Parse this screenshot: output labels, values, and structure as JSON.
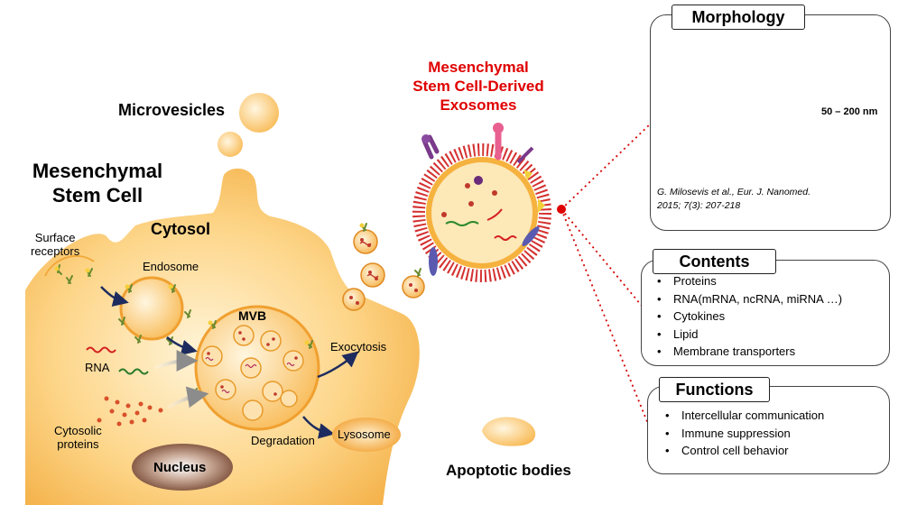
{
  "labels": {
    "microvesicles": "Microvesicles",
    "msc_line1": "Mesenchymal",
    "msc_line2": "Stem Cell",
    "cytosol": "Cytosol",
    "surface_line1": "Surface",
    "surface_line2": "receptors",
    "endosome": "Endosome",
    "mvb": "MVB",
    "rna": "RNA",
    "cytosolic_line1": "Cytosolic",
    "cytosolic_line2": "proteins",
    "exocytosis": "Exocytosis",
    "degradation": "Degradation",
    "lysosome": "Lysosome",
    "nucleus": "Nucleus",
    "apoptotic": "Apoptotic bodies",
    "exo_line1": "Mesenchymal",
    "exo_line2": "Stem Cell-Derived",
    "exo_line3": "Exosomes"
  },
  "morphology": {
    "title": "Morphology",
    "size": "50 – 200 nm",
    "citation_line1": "G. Milosevis et al., Eur. J. Nanomed.",
    "citation_line2": "2015; 7(3): 207-218"
  },
  "contents": {
    "title": "Contents",
    "items": [
      "Proteins",
      "RNA(mRNA, ncRNA, miRNA …)",
      "Cytokines",
      "Lipid",
      "Membrane  transporters"
    ]
  },
  "functions": {
    "title": "Functions",
    "items": [
      "Intercellular communication",
      "Immune  suppression",
      "Control cell behavior"
    ]
  },
  "colors": {
    "cell": "#fbc25a",
    "cell_light": "#fde3b0",
    "red_title": "#e00000",
    "nucleus": "#7a4a32",
    "dotted_line": "#d40000"
  }
}
